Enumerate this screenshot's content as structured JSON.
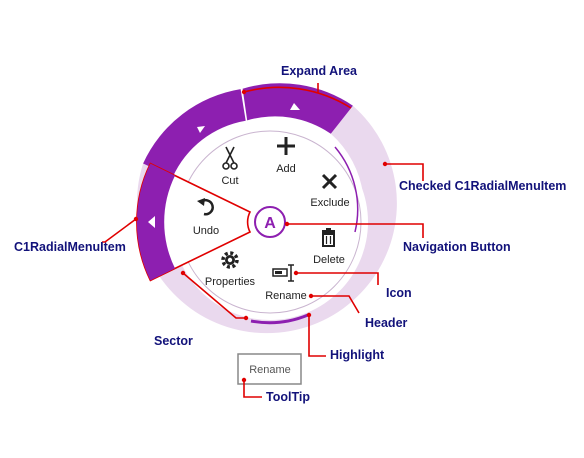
{
  "menu": {
    "items": [
      {
        "label": "Add",
        "icon": "plus-icon"
      },
      {
        "label": "Exclude",
        "icon": "x-icon"
      },
      {
        "label": "Delete",
        "icon": "trash-icon"
      },
      {
        "label": "Rename",
        "icon": "text-cursor-icon"
      },
      {
        "label": "Properties",
        "icon": "gear-icon"
      },
      {
        "label": "Undo",
        "icon": "undo-icon"
      },
      {
        "label": "Cut",
        "icon": "scissors-icon"
      }
    ],
    "nav_button_letter": "A",
    "tooltip": "Rename"
  },
  "callouts": {
    "expand_area": "Expand Area",
    "checked_item": "Checked C1RadialMenuItem",
    "navigation_button": "Navigation Button",
    "item": "C1RadialMenuItem",
    "icon": "Icon",
    "header": "Header",
    "highlight": "Highlight",
    "sector": "Sector",
    "tooltip": "ToolTip"
  },
  "colors": {
    "accent_purple": "#8d1fb0",
    "light_purple": "#ead9ee",
    "callout_red": "#e00000",
    "callout_text": "#12127a"
  }
}
